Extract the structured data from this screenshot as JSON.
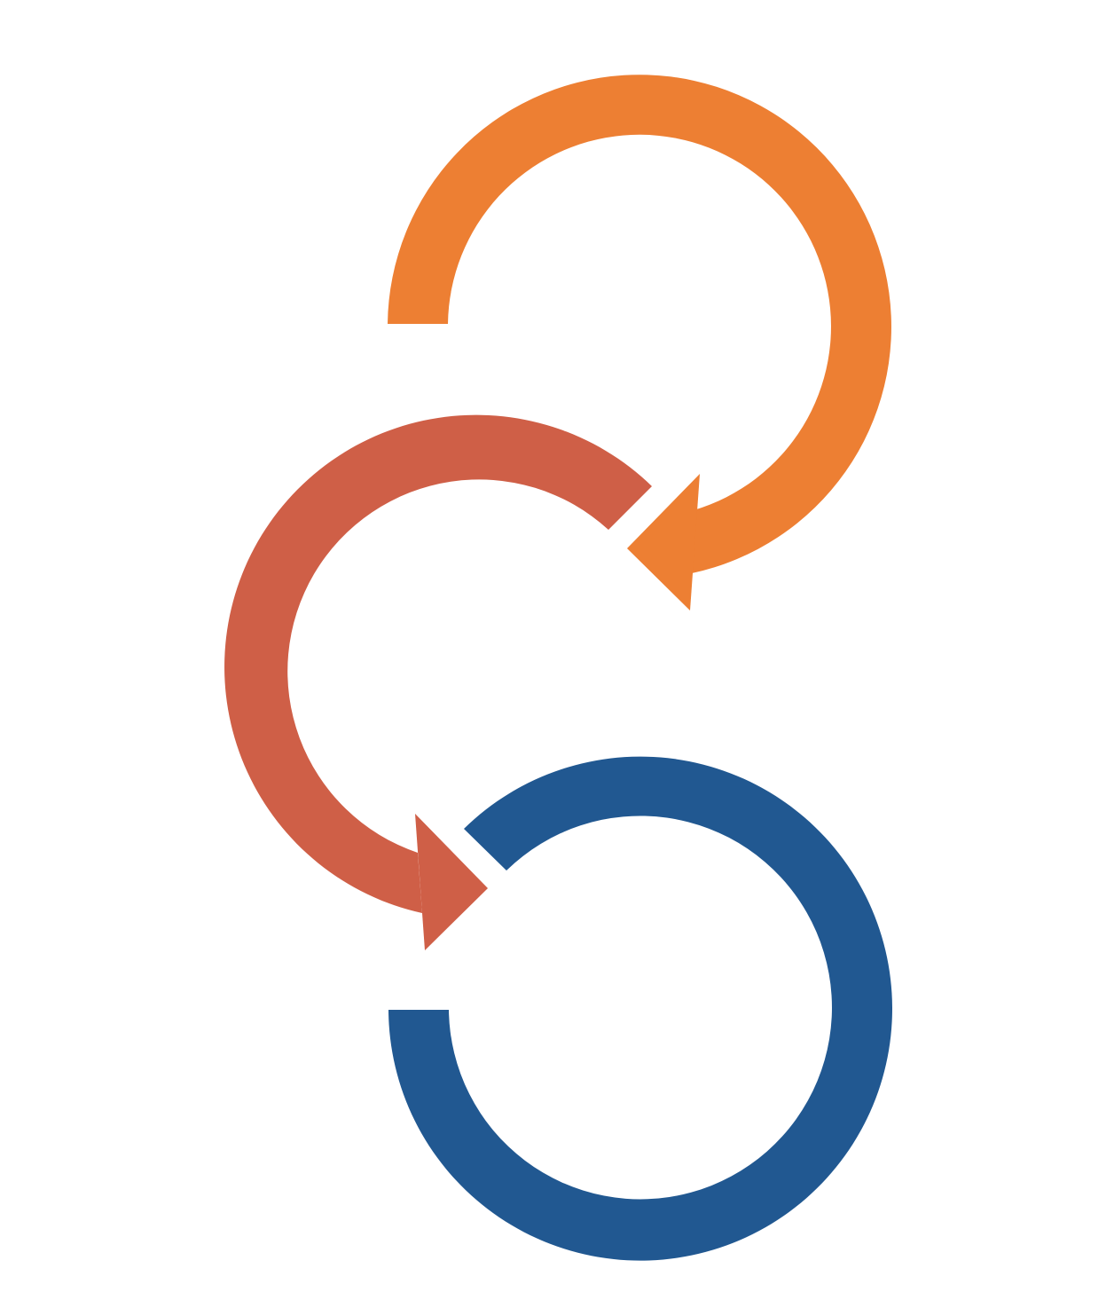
{
  "diagram": {
    "background": "#ffffff",
    "arcs": [
      {
        "id": "orange-arc",
        "color": "#ED7F33",
        "has_arrowhead": true
      },
      {
        "id": "red-arc",
        "color": "#CF5F47",
        "has_arrowhead": true
      },
      {
        "id": "blue-arc",
        "color": "#215891",
        "has_arrowhead": false
      }
    ]
  }
}
